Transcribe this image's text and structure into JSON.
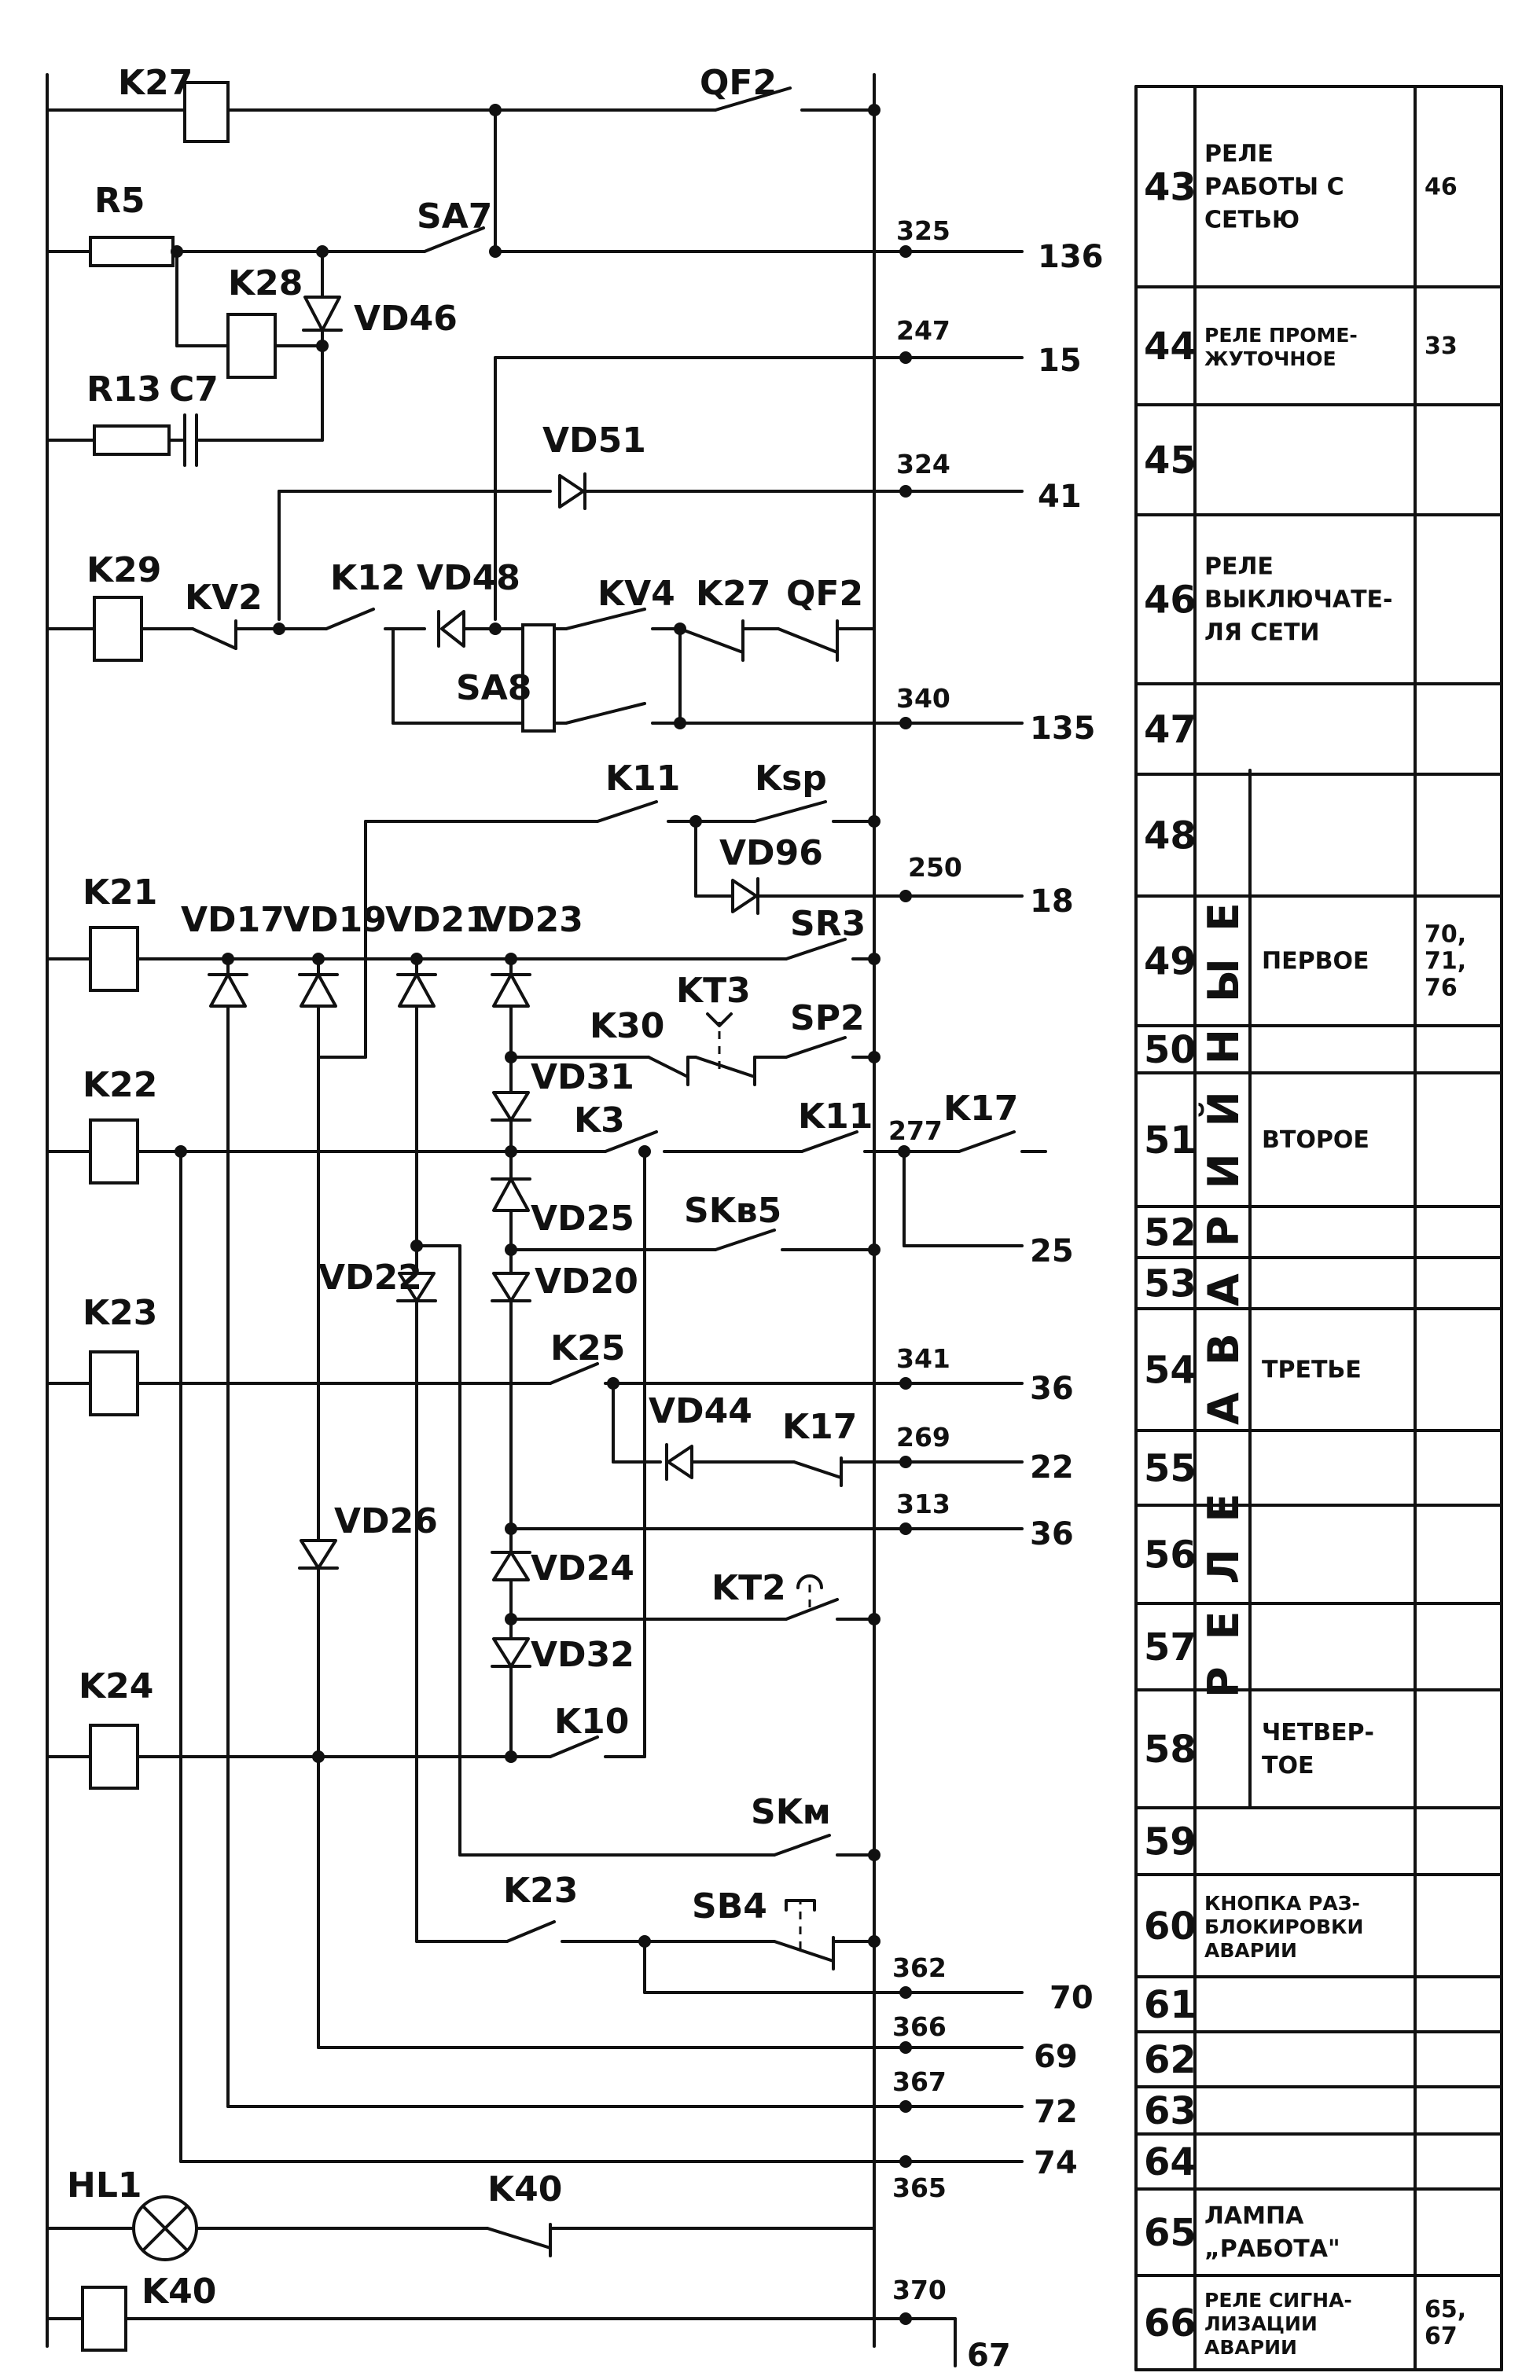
{
  "components": {
    "K27": "K27",
    "QF2": "QF2",
    "R5": "R5",
    "SA7": "SA7",
    "K28": "K28",
    "VD46": "VD46",
    "R13": "R13",
    "C7": "C7",
    "VD51": "VD51",
    "K29": "K29",
    "KV2": "KV2",
    "K12": "K12",
    "VD48": "VD48",
    "KV4": "KV4",
    "K27_contact": "K27",
    "QF2_contact": "QF2",
    "SA8": "SA8",
    "K11": "K11",
    "Ksp": "Ksp",
    "VD96": "VD96",
    "K21": "K21",
    "VD17": "VD17",
    "VD19": "VD19",
    "VD21": "VD21",
    "VD23": "VD23",
    "SR3": "SR3",
    "KT3": "KT3",
    "K30": "K30",
    "SP2": "SP2",
    "K22": "K22",
    "VD31": "VD31",
    "K3": "K3",
    "K11_b": "K11",
    "K17": "K17",
    "VD25": "VD25",
    "SKb5": "SKв5",
    "VD22": "VD22",
    "VD20": "VD20",
    "K23": "K23",
    "K25": "K25",
    "VD44": "VD44",
    "K17_b": "K17",
    "VD26": "VD26",
    "VD24": "VD24",
    "KT2": "KT2",
    "VD32": "VD32",
    "K24": "K24",
    "K10": "K10",
    "SKm": "SKм",
    "K23_contact": "K23",
    "SB4": "SB4",
    "HL1": "HL1",
    "K40_contact": "K40",
    "K40": "K40"
  },
  "wire_numbers": {
    "w325": "325",
    "w247": "247",
    "w324": "324",
    "w340": "340",
    "w250": "250",
    "w277": "277",
    "w341": "341",
    "w269": "269",
    "w313": "313",
    "w362": "362",
    "w366": "366",
    "w367": "367",
    "w365": "365",
    "w370": "370"
  },
  "destinations": {
    "d136": "136",
    "d15": "15",
    "d41": "41",
    "d135": "135",
    "d18": "18",
    "d25": "25",
    "d36a": "36",
    "d22": "22",
    "d36b": "36",
    "d70": "70",
    "d69": "69",
    "d72": "72",
    "d74": "74",
    "d67": "67"
  },
  "table": {
    "group_label": "РЕЛЕ АВАРИЙНЫЕ",
    "rows": [
      {
        "num": "43",
        "lines": [
          "РЕЛЕ",
          "РАБОТЫ С",
          "СЕТЬЮ"
        ],
        "ref": "46"
      },
      {
        "num": "44",
        "lines": [
          "РЕЛЕ ПРОМЕ-",
          "ЖУТОЧНОЕ"
        ],
        "ref": "33"
      },
      {
        "num": "45",
        "lines": [],
        "ref": ""
      },
      {
        "num": "46",
        "lines": [
          "РЕЛЕ",
          "ВЫКЛЮЧАТЕ-",
          "ЛЯ СЕТИ"
        ],
        "ref": ""
      },
      {
        "num": "47",
        "lines": [],
        "ref": ""
      },
      {
        "num": "48",
        "lines": [],
        "ref": ""
      },
      {
        "num": "49",
        "lines": [
          "ПЕРВОЕ"
        ],
        "ref": "70, 71, 76"
      },
      {
        "num": "50",
        "lines": [],
        "ref": ""
      },
      {
        "num": "51",
        "lines": [
          "ВТОРОЕ"
        ],
        "ref": ""
      },
      {
        "num": "52",
        "lines": [],
        "ref": ""
      },
      {
        "num": "53",
        "lines": [],
        "ref": ""
      },
      {
        "num": "54",
        "lines": [
          "ТРЕТЬЕ"
        ],
        "ref": ""
      },
      {
        "num": "55",
        "lines": [],
        "ref": ""
      },
      {
        "num": "56",
        "lines": [],
        "ref": ""
      },
      {
        "num": "57",
        "lines": [],
        "ref": ""
      },
      {
        "num": "58",
        "lines": [
          "ЧЕТВЕР-",
          "ТОЕ"
        ],
        "ref": ""
      },
      {
        "num": "59",
        "lines": [],
        "ref": ""
      },
      {
        "num": "60",
        "lines": [
          "КНОПКА РАЗ-",
          "БЛОКИРОВКИ",
          "АВАРИИ"
        ],
        "ref": ""
      },
      {
        "num": "61",
        "lines": [],
        "ref": ""
      },
      {
        "num": "62",
        "lines": [],
        "ref": ""
      },
      {
        "num": "63",
        "lines": [],
        "ref": ""
      },
      {
        "num": "64",
        "lines": [],
        "ref": ""
      },
      {
        "num": "65",
        "lines": [
          "ЛАМПА",
          "„РАБОТА\""
        ],
        "ref": ""
      },
      {
        "num": "66",
        "lines": [
          "РЕЛЕ СИГНА-",
          "ЛИЗАЦИИ",
          "АВАРИИ"
        ],
        "ref": "65, 67"
      }
    ]
  }
}
